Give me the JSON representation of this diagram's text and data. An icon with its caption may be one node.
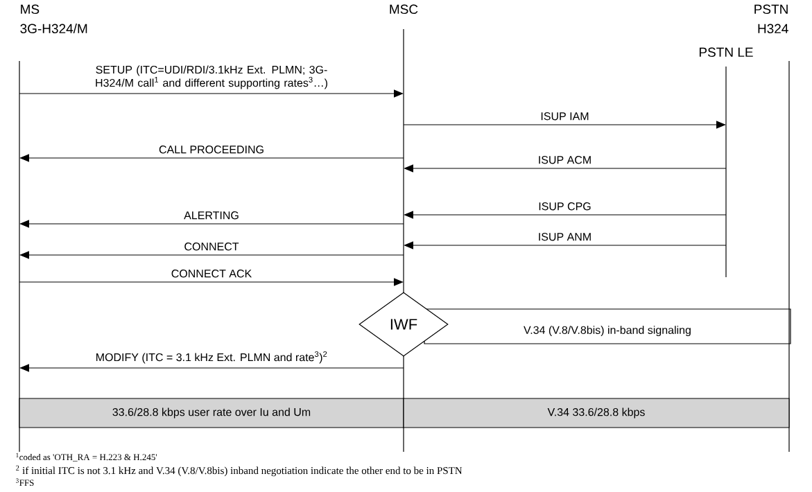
{
  "diagram": {
    "nodes": [
      {
        "text": [
          "MS",
          "3G-H324/M"
        ]
      },
      {
        "text": [
          "MSC"
        ]
      },
      {
        "text": [
          "PSTN",
          "H324"
        ]
      },
      {
        "text": [
          "PSTN LE"
        ]
      },
      {
        "text": [
          "IWF"
        ]
      },
      {
        "text": [
          "V.34 (V.8/V.8bis) in-band signaling"
        ]
      },
      {
        "text": [
          "33.6/28.8 kbps user rate over Iu and Um"
        ]
      },
      {
        "text": [
          "V.34 33.6/28.8 kbps"
        ]
      }
    ],
    "edges": [
      {
        "from": 0,
        "to": 1,
        "arrow": "to",
        "label": "SETUP (ITC=UDI/RDI/3.1kHz Ext. PLMN; 3G-H324/M call$^{1}$ and different supporting rates$^{3}$…)"
      },
      {
        "from": 1,
        "to": 3,
        "arrow": "to",
        "label": "ISUP IAM"
      },
      {
        "from": 1,
        "to": 0,
        "arrow": "to",
        "label": "CALL PROCEEDING"
      },
      {
        "from": 3,
        "to": 1,
        "arrow": "to",
        "label": "ISUP ACM"
      },
      {
        "from": 3,
        "to": 1,
        "arrow": "to",
        "label": "ISUP CPG"
      },
      {
        "from": 1,
        "to": 0,
        "arrow": "to",
        "label": "ALERTING"
      },
      {
        "from": 3,
        "to": 1,
        "arrow": "to",
        "label": "ISUP ANM"
      },
      {
        "from": 1,
        "to": 0,
        "arrow": "to",
        "label": "CONNECT"
      },
      {
        "from": 0,
        "to": 1,
        "arrow": "to",
        "label": "CONNECT ACK"
      },
      {
        "from": 1,
        "to": 0,
        "arrow": "to",
        "label": "MODIFY (ITC = 3.1 kHz Ext. PLMN and rate$^{3}$)$^{2}$"
      }
    ],
    "labels": [
      "$^{1}$coded as 'OTH_RA = H.223 & H.245'",
      "$^{2}$ if initial ITC is not 3.1 kHz and V.34 (V.8/V.8bis) inband negotiation indicate the other end to be in PSTN",
      "$^{3}$FFS"
    ]
  }
}
